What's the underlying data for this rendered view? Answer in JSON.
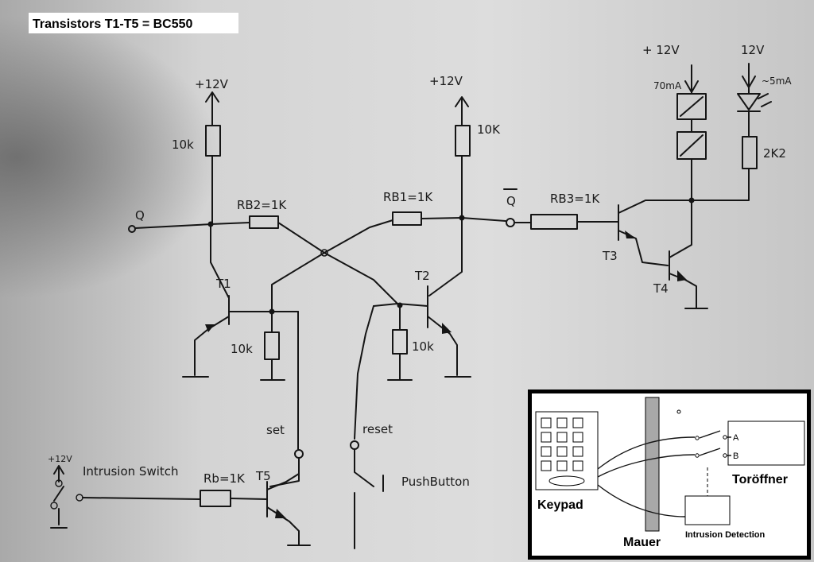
{
  "title": "Transistors T1-T5 = BC550",
  "labels": {
    "supply_left": "+12V",
    "supply_mid": "+12V",
    "supply_relay": "+ 12V",
    "supply_led": "12V",
    "supply_switch": "+12V",
    "r_top_left": "10k",
    "r_top_mid": "10K",
    "rb2": "RB2=1K",
    "rb1": "RB1=1K",
    "rb3": "RB3=1K",
    "r_t1_emitter": "10k",
    "r_t2_emitter": "10k",
    "r_led": "2K2",
    "rb_t5": "Rb=1K",
    "q": "Q",
    "q_bar": "Q",
    "t1": "T1",
    "t2": "T2",
    "t3": "T3",
    "t4": "T4",
    "t5": "T5",
    "relay_current": "70mA",
    "led_current": "~5mA",
    "set": "set",
    "reset": "reset",
    "intrusion_switch": "Intrusion Switch",
    "pushbutton": "PushButton"
  },
  "inset": {
    "keypad": "Keypad",
    "wall": "Mauer",
    "door_opener": "Toröffner",
    "intrusion_detection": "Intrusion Detection",
    "terminal_a": "A",
    "terminal_b": "B"
  }
}
